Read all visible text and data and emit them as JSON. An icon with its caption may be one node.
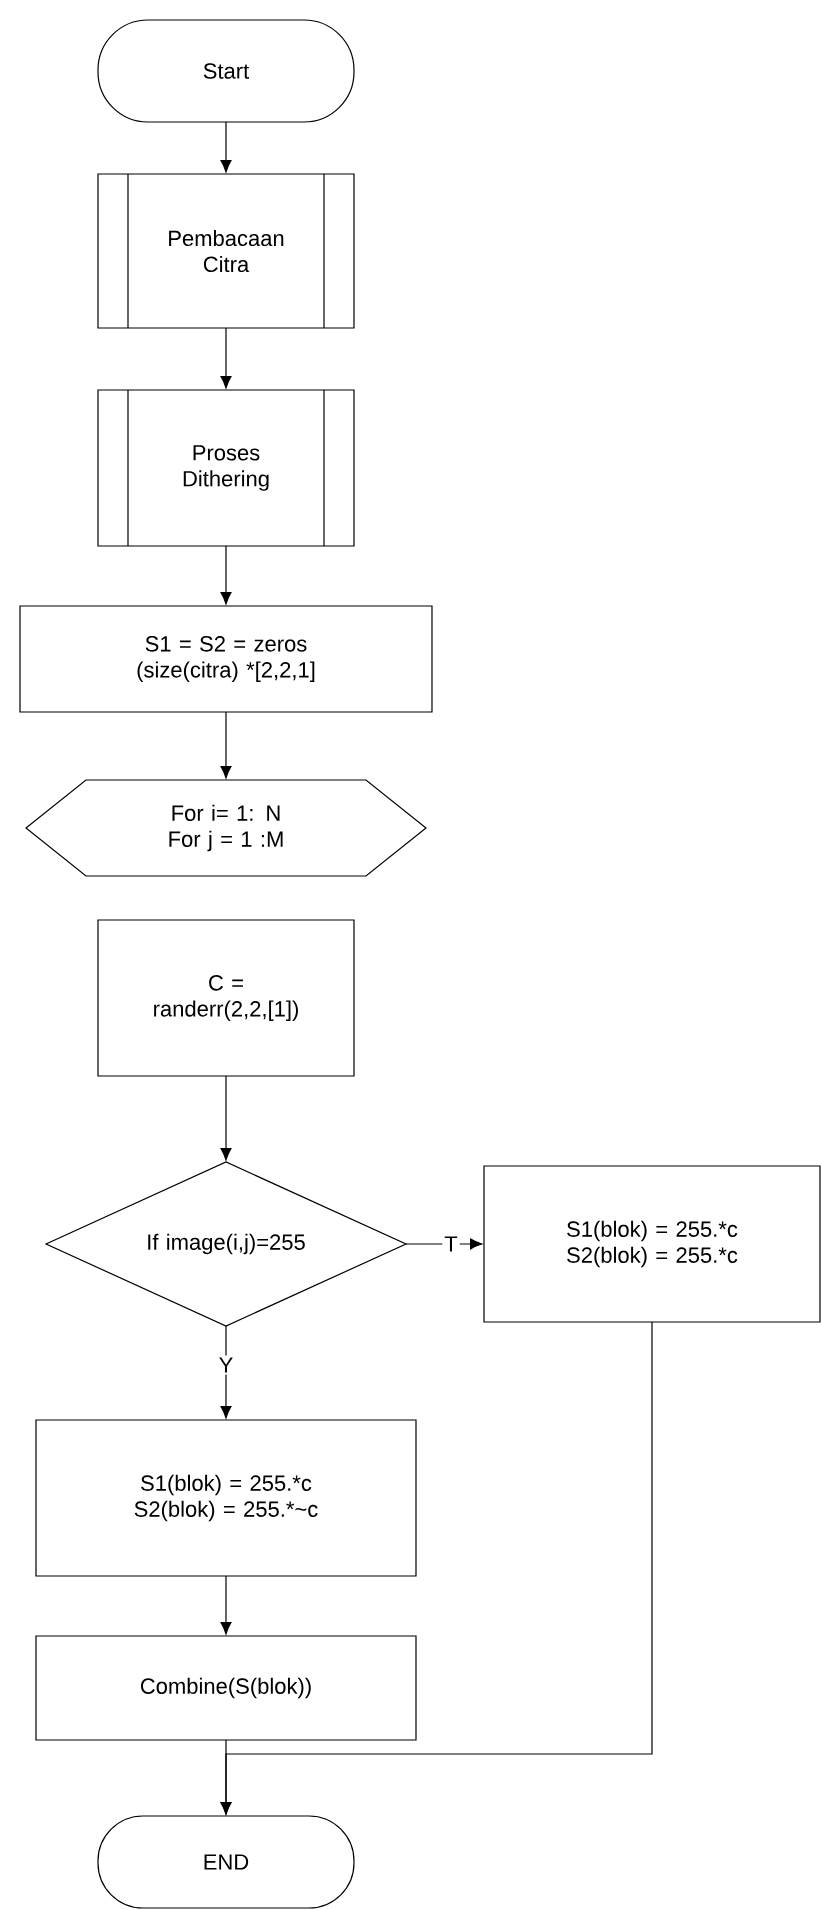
{
  "diagram": {
    "nodes": [
      {
        "text": [
          "Start"
        ]
      },
      {
        "text": [
          "Pembacaan Citra"
        ]
      },
      {
        "text": [
          "Proses Dithering"
        ]
      },
      {
        "text": [
          "S1 = S2 = zeros (size(citra) *[2,2,1]"
        ]
      },
      {
        "text": [
          "For i= 1: N For j = 1 :M"
        ]
      },
      {
        "text": [
          "C = randerr(2,2,[1])"
        ]
      },
      {
        "text": [
          "If image(i,j)=255"
        ]
      },
      {
        "text": [
          "S1(blok) = 255.*c S2(blok) = 255.*c"
        ]
      },
      {
        "text": [
          "S1(blok) = 255.*c",
          "S2(blok) = 255.*~c"
        ]
      },
      {
        "text": [
          "Combine(S(blok))"
        ]
      },
      {
        "text": [
          "END"
        ]
      }
    ],
    "edges": [
      {
        "from": 0,
        "to": 1,
        "arrow": "to"
      },
      {
        "from": 1,
        "to": 2,
        "arrow": "to"
      },
      {
        "from": 2,
        "to": 3,
        "arrow": "to"
      },
      {
        "from": 3,
        "to": 4,
        "arrow": "to"
      },
      {
        "from": 5,
        "to": 6,
        "arrow": "to"
      },
      {
        "from": 6,
        "to": 7,
        "arrow": "to",
        "label": "T"
      },
      {
        "from": 6,
        "to": 8,
        "arrow": "to",
        "label": "Y"
      },
      {
        "from": 8,
        "to": 9,
        "arrow": "to"
      },
      {
        "from": 9,
        "to": 10,
        "arrow": "to"
      },
      {
        "from": 7,
        "to": 10,
        "arrow": "to"
      }
    ]
  }
}
